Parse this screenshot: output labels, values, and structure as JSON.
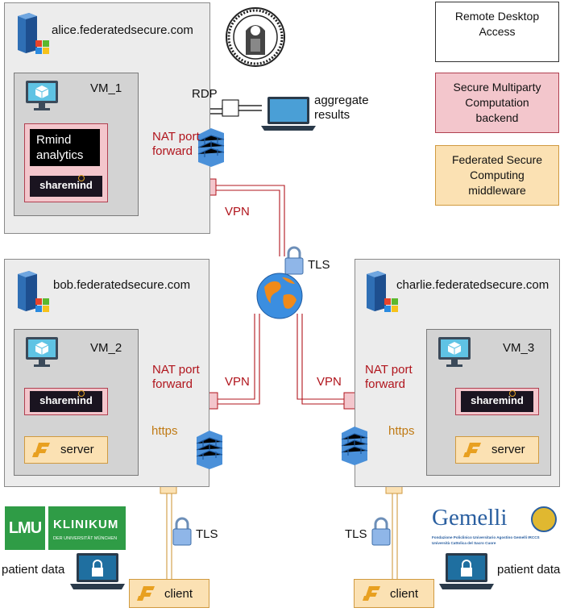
{
  "hosts": {
    "alice": {
      "name": "alice.federatedsecure.com",
      "vm": "VM_1"
    },
    "bob": {
      "name": "bob.federatedsecure.com",
      "vm": "VM_2"
    },
    "charlie": {
      "name": "charlie.federatedsecure.com",
      "vm": "VM_3"
    }
  },
  "components": {
    "rmind": "Rmind analytics",
    "sharemind": "sharemind",
    "server": "server",
    "client": "client"
  },
  "labels": {
    "rdp": "RDP",
    "aggregate": "aggregate results",
    "nat_alice": "NAT port forward",
    "nat_bob": "NAT port forward",
    "nat_charlie": "NAT port forward",
    "vpn": "VPN",
    "tls": "TLS",
    "https": "https",
    "patient_data": "patient data"
  },
  "legend": {
    "remote": "Remote Desktop Access",
    "mpc": "Secure Multiparty Computation backend",
    "fsc": "Federated Secure Computing middleware"
  },
  "logos": {
    "lmu_short": "LMU",
    "klinikum": "KLINIKUM",
    "klinikum_sub": "DER UNIVERSITÄT MÜNCHEN",
    "gemelli": "Gemelli",
    "gemelli_sub1": "Fondazione Policlinico Universitario Agostino Gemelli IRCCS",
    "gemelli_sub2": "Università Cattolica del Sacro Cuore"
  },
  "colors": {
    "mpc_fill": "#f3c6cc",
    "mpc_line": "#b0141c",
    "fsc_fill": "#fbe1b3",
    "fsc_line": "#d4a040",
    "host_fill": "#ececec",
    "vm_fill": "#d3d3d3"
  },
  "icons": [
    "server-tower-icon",
    "monitor-icon",
    "laptop-icon",
    "firewall-icon",
    "globe-icon",
    "lock-icon",
    "seal-icon"
  ]
}
